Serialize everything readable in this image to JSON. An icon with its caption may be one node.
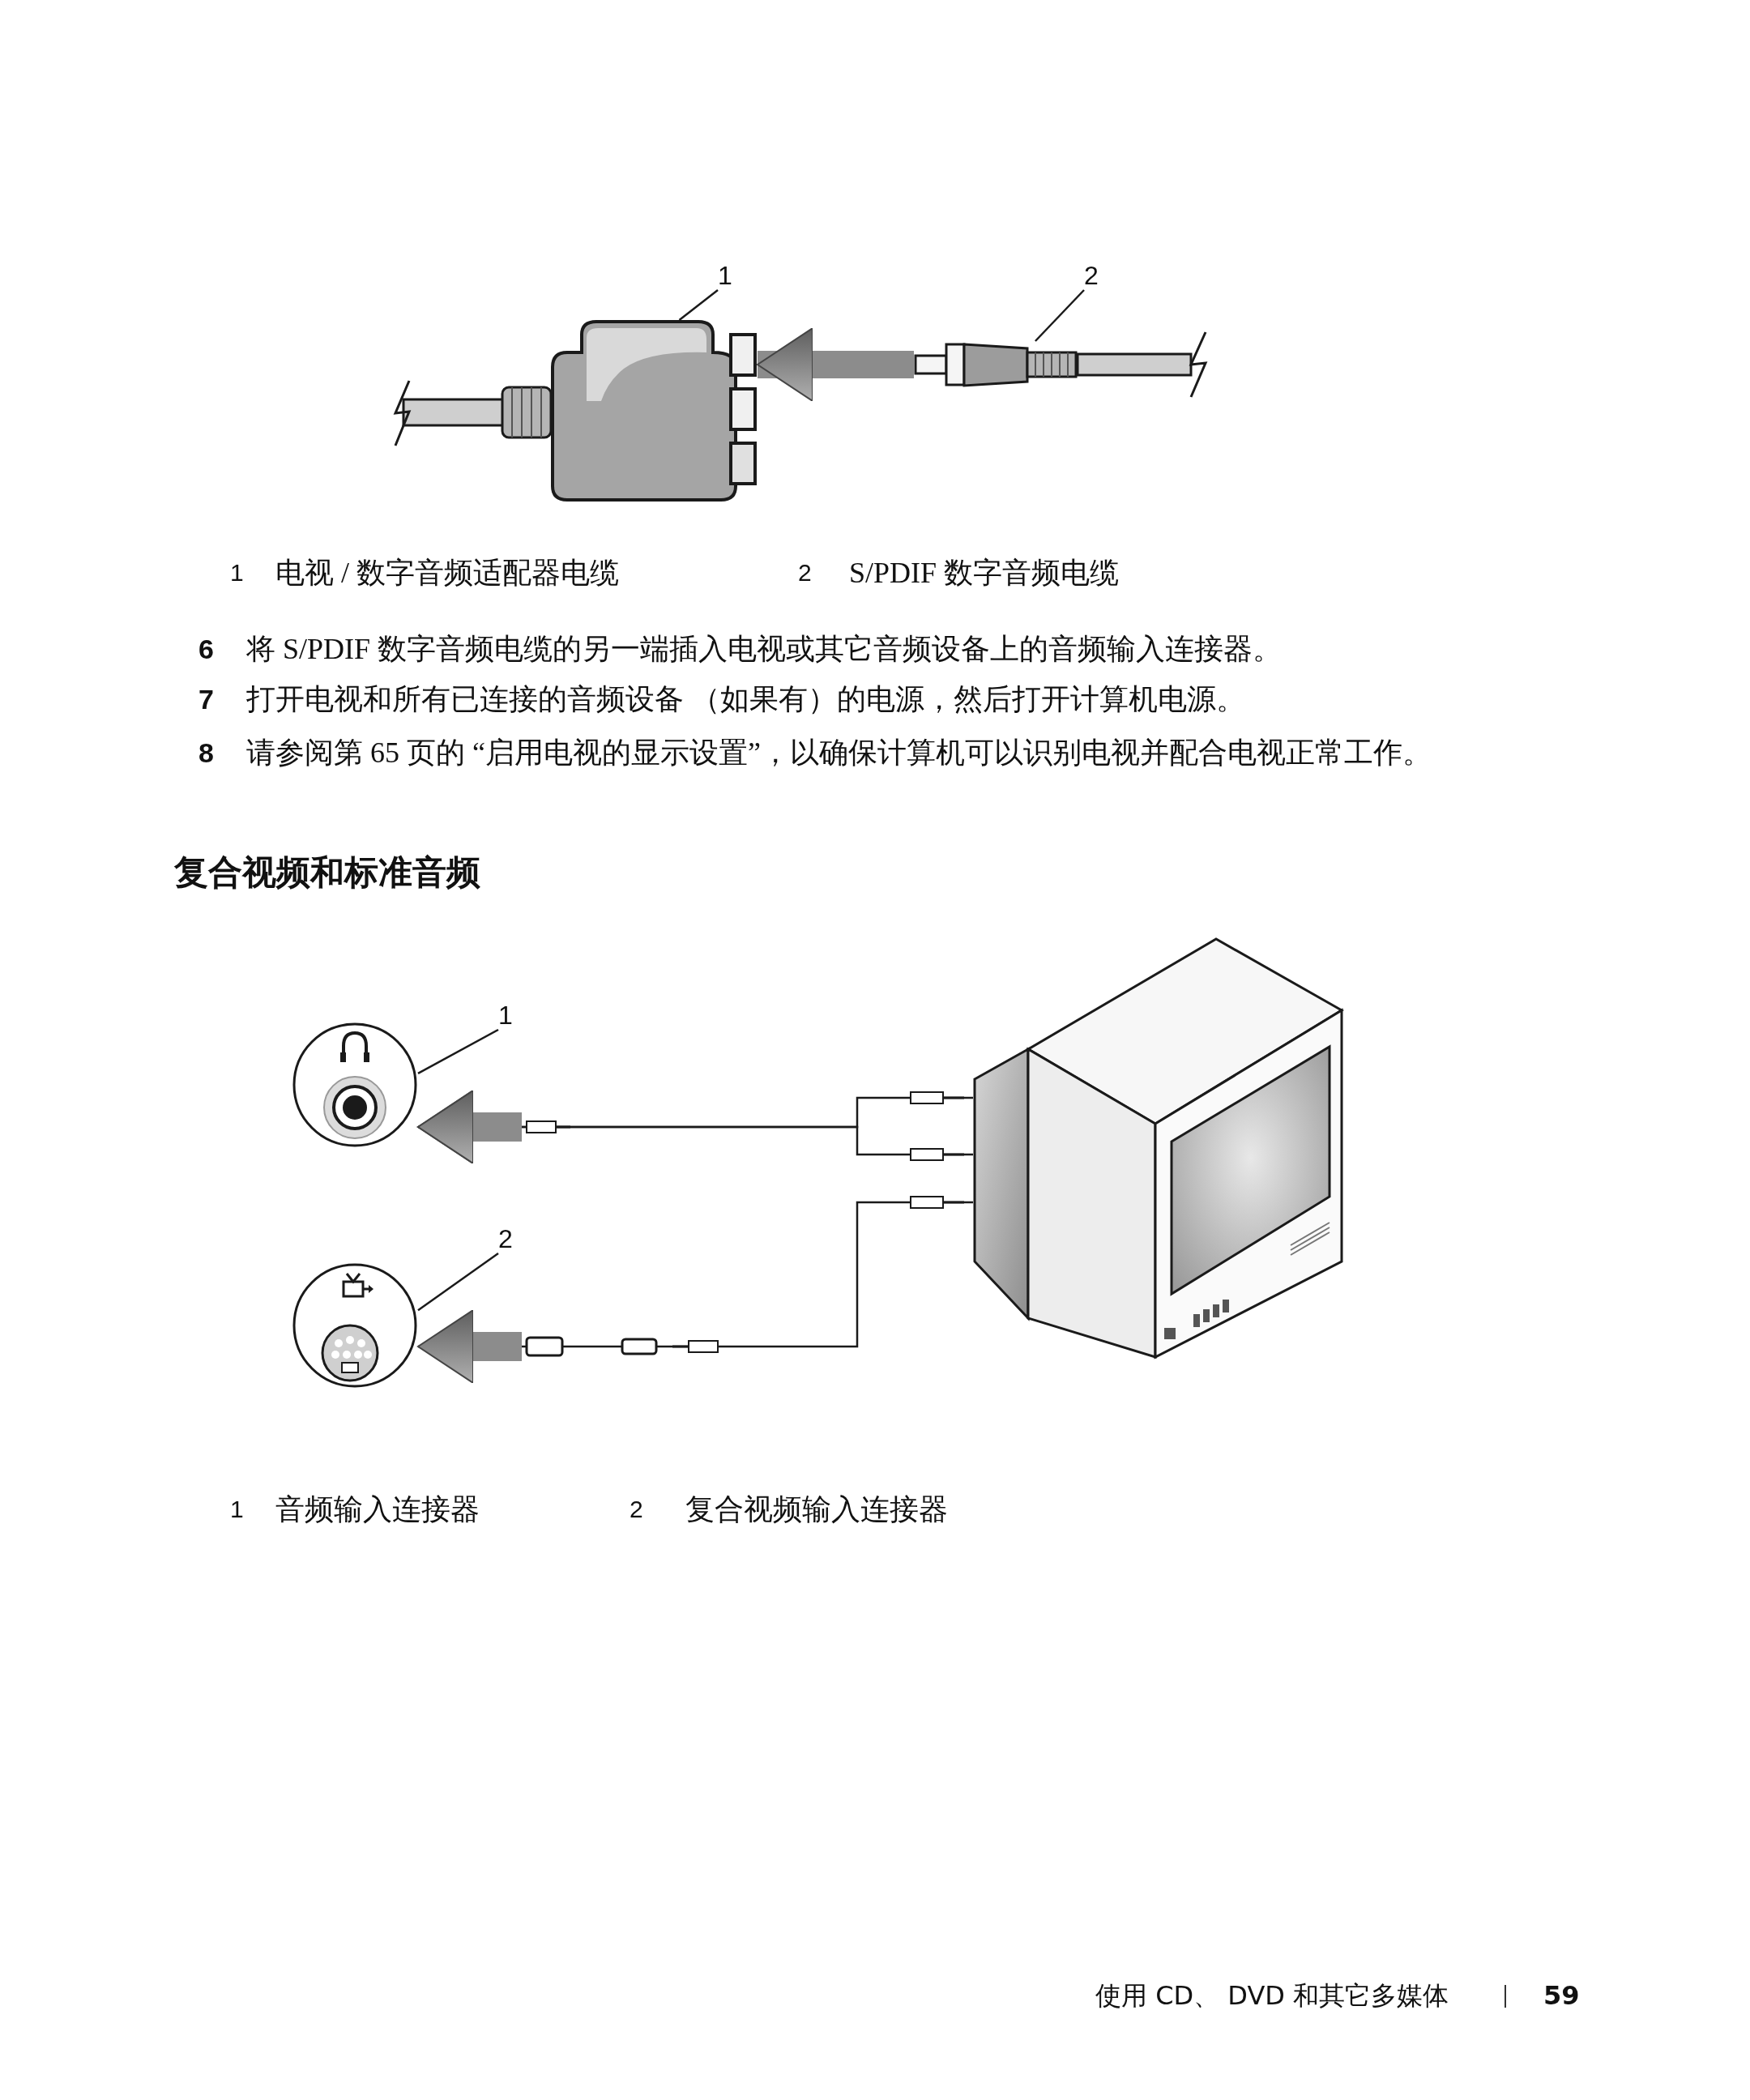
{
  "diagram": {
    "nodes": [
      {
        "text": [
          "1"
        ]
      },
      {
        "text": [],
        "shape": "picture"
      },
      {
        "text": [
          "2"
        ]
      },
      {
        "text": [],
        "shape": "picture"
      },
      {
        "text": [
          "1"
        ]
      },
      {
        "text": [],
        "shape": "picture"
      },
      {
        "text": [
          "2"
        ]
      },
      {
        "text": [],
        "shape": "picture"
      },
      {
        "text": [],
        "shape": "picture"
      }
    ],
    "edges": [
      {
        "from": 0,
        "to": 1,
        "arrow": "none"
      },
      {
        "from": 2,
        "to": 3,
        "arrow": "none"
      },
      {
        "from": 3,
        "to": 1,
        "arrow": "to",
        "style": "thick",
        "color": "#8c8c8c"
      },
      {
        "from": 4,
        "to": 5,
        "arrow": "none"
      },
      {
        "from": 6,
        "to": 7,
        "arrow": "none"
      },
      {
        "from": 8,
        "to": 5,
        "arrow": "to"
      },
      {
        "from": 8,
        "to": 5,
        "arrow": "to"
      },
      {
        "from": 8,
        "to": 7,
        "arrow": "to"
      }
    ],
    "labels": [
      "1",
      "电视 / 数字音频适配器电缆",
      "2",
      "S/PDIF 数字音频电缆",
      "6",
      "将 S/PDIF 数字音频电缆的另一端插入电视或其它音频设备上的音频输入连接器。",
      "7",
      "打开电视和所有已连接的音频设备 （如果有）的电源，然后打开计算机电源。",
      "8",
      "请参阅第 65 页的 “启用电视的显示设置”，以确保计算机可以识别电视并配合电视正常工作。",
      "复合视频和标准音频",
      "1",
      "音频输入连接器",
      "2",
      "复合视频输入连接器",
      "使用 CD、 DVD 和其它多媒体",
      "59"
    ]
  }
}
